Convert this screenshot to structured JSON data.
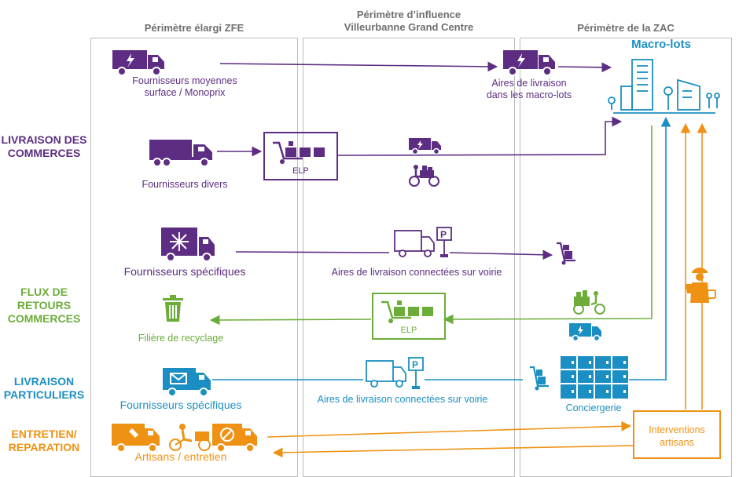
{
  "perimeters": {
    "zfe": "Périmètre élargi ZFE",
    "influence_line1": "Périmètre d’influence",
    "influence_line2": "Villeurbanne Grand Centre",
    "zac": "Périmètre de la ZAC"
  },
  "rows": {
    "livraison_commerces": [
      "LIVRAISON DES",
      "COMMERCES"
    ],
    "flux_retours": [
      "FLUX DE",
      "RETOURS",
      "COMMERCES"
    ],
    "livraison_particuliers": [
      "LIVRAISON",
      "PARTICULIERS"
    ],
    "entretien": [
      "ENTRETIEN/",
      "REPARATION"
    ]
  },
  "labels": {
    "macro_lots": "Macro-lots",
    "fournisseurs_moyennes_1": "Fournisseurs moyennes",
    "fournisseurs_moyennes_2": "surface  / Monoprix",
    "aires_macro_1": "Aires de livraison",
    "aires_macro_2": "dans les macro-lots",
    "fournisseurs_divers": "Fournisseurs divers",
    "elp": "ELP",
    "fournisseurs_specifiques": "Fournisseurs spécifiques",
    "aires_voirie": "Aires de livraison connectées sur voirie",
    "filiere_recyclage": "Filière de recyclage",
    "fournisseurs_specifiques_part": "Fournisseurs spécifiques",
    "aires_voirie_part": "Aires de livraison connectées sur voirie",
    "conciergerie": "Conciergerie",
    "artisans": "Artisans / entretien",
    "interventions_1": "Interventions",
    "interventions_2": "artisans"
  },
  "colors": {
    "purple": "#5c2d82",
    "green": "#6cad3a",
    "blue": "#1b8fc3",
    "orange": "#ef9214",
    "grey": "#bdbdbd"
  }
}
